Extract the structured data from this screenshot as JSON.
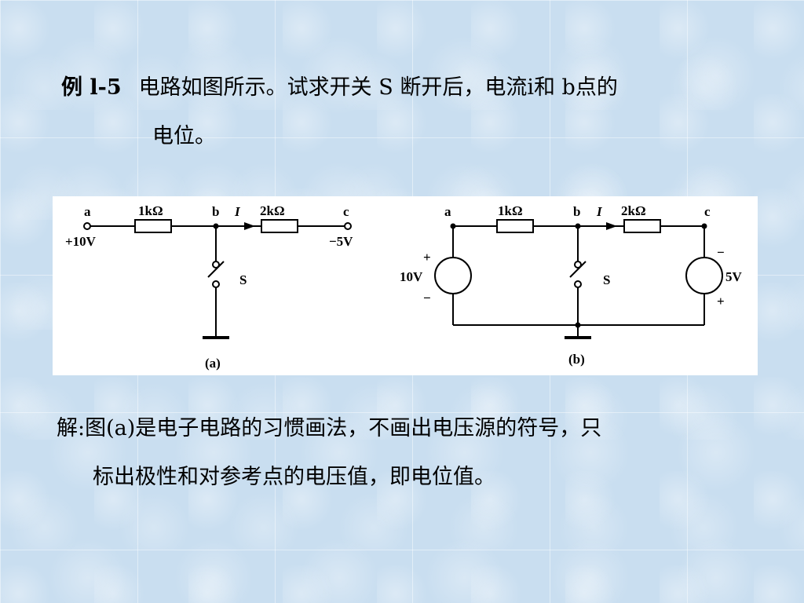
{
  "problem": {
    "label": "例 l-5",
    "line1": "电路如图所示。试求开关 S 断开后，电流i和 b点的",
    "line2": "电位。"
  },
  "figure": {
    "a": {
      "node_a": "a",
      "node_b": "b",
      "node_c": "c",
      "r1": "1kΩ",
      "r2": "2kΩ",
      "current": "I",
      "va": "+10V",
      "vc": "−5V",
      "switch": "S",
      "caption": "(a)"
    },
    "b": {
      "node_a": "a",
      "node_b": "b",
      "node_c": "c",
      "r1": "1kΩ",
      "r2": "2kΩ",
      "current": "I",
      "src_left_value": "10V",
      "src_left_plus": "+",
      "src_left_minus": "−",
      "src_right_value": "5V",
      "src_right_plus": "+",
      "src_right_minus": "−",
      "switch": "S",
      "caption": "(b)"
    }
  },
  "solution": {
    "line1": "解:图(a)是电子电路的习惯画法，不画出电压源的符号，只",
    "line2": "标出极性和对参考点的电压值，即电位值。"
  }
}
